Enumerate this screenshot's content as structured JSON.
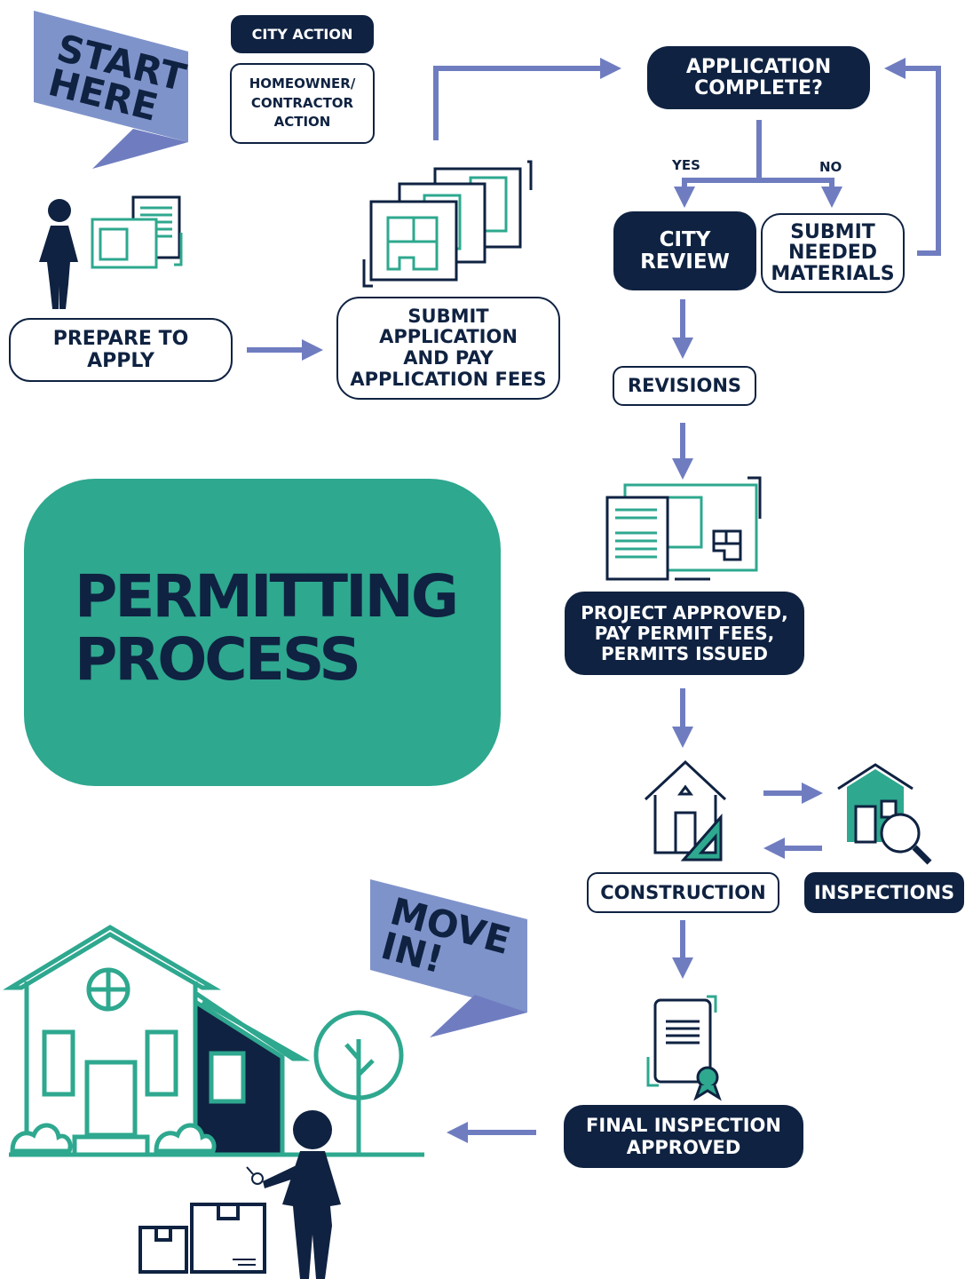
{
  "legend": {
    "city_action": "CITY ACTION",
    "homeowner_action": "HOMEOWNER/\nCONTRACTOR\nACTION"
  },
  "banners": {
    "start": "START\nHERE",
    "move_in": "MOVE\nIN!"
  },
  "title": "PERMITTING\nPROCESS",
  "steps": {
    "prepare": "PREPARE TO\nAPPLY",
    "submit": "SUBMIT\nAPPLICATION\nAND PAY\nAPPLICATION FEES",
    "complete": "APPLICATION\nCOMPLETE?",
    "yes": "YES",
    "no": "NO",
    "city_review": "CITY\nREVIEW",
    "submit_needed": "SUBMIT\nNEEDED\nMATERIALS",
    "revisions": "REVISIONS",
    "approved": "PROJECT APPROVED,\nPAY PERMIT FEES,\nPERMITS ISSUED",
    "construction": "CONSTRUCTION",
    "inspections": "INSPECTIONS",
    "final": "FINAL INSPECTION\nAPPROVED"
  },
  "colors": {
    "navy": "#0f2241",
    "teal": "#2ea88f",
    "arrow": "#6f7dc0",
    "banner": "#7f93cb"
  }
}
